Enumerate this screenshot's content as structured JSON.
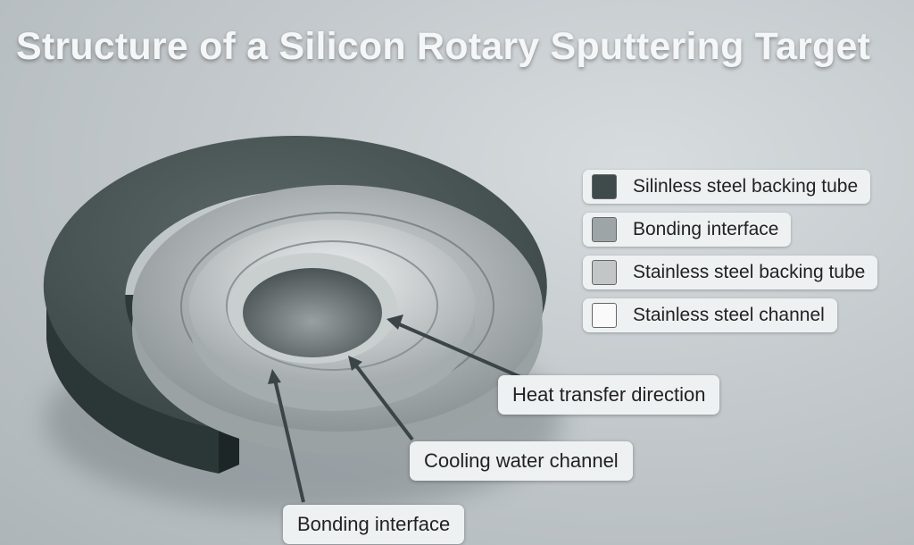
{
  "title": "Structure of a Silicon Rotary Sputtering Target",
  "legend": [
    {
      "label": "Silinless steel backing tube",
      "color": "#3f4a4b"
    },
    {
      "label": "Bonding interface",
      "color": "#9ea5a6"
    },
    {
      "label": "Stainless steel backing tube",
      "color": "#c2c6c7"
    },
    {
      "label": "Stainless steel channel",
      "color": "#fafafa"
    }
  ],
  "callouts": {
    "heat_transfer": "Heat transfer direction",
    "cooling_water": "Cooling water channel",
    "bonding_interface": "Bonding interface"
  }
}
